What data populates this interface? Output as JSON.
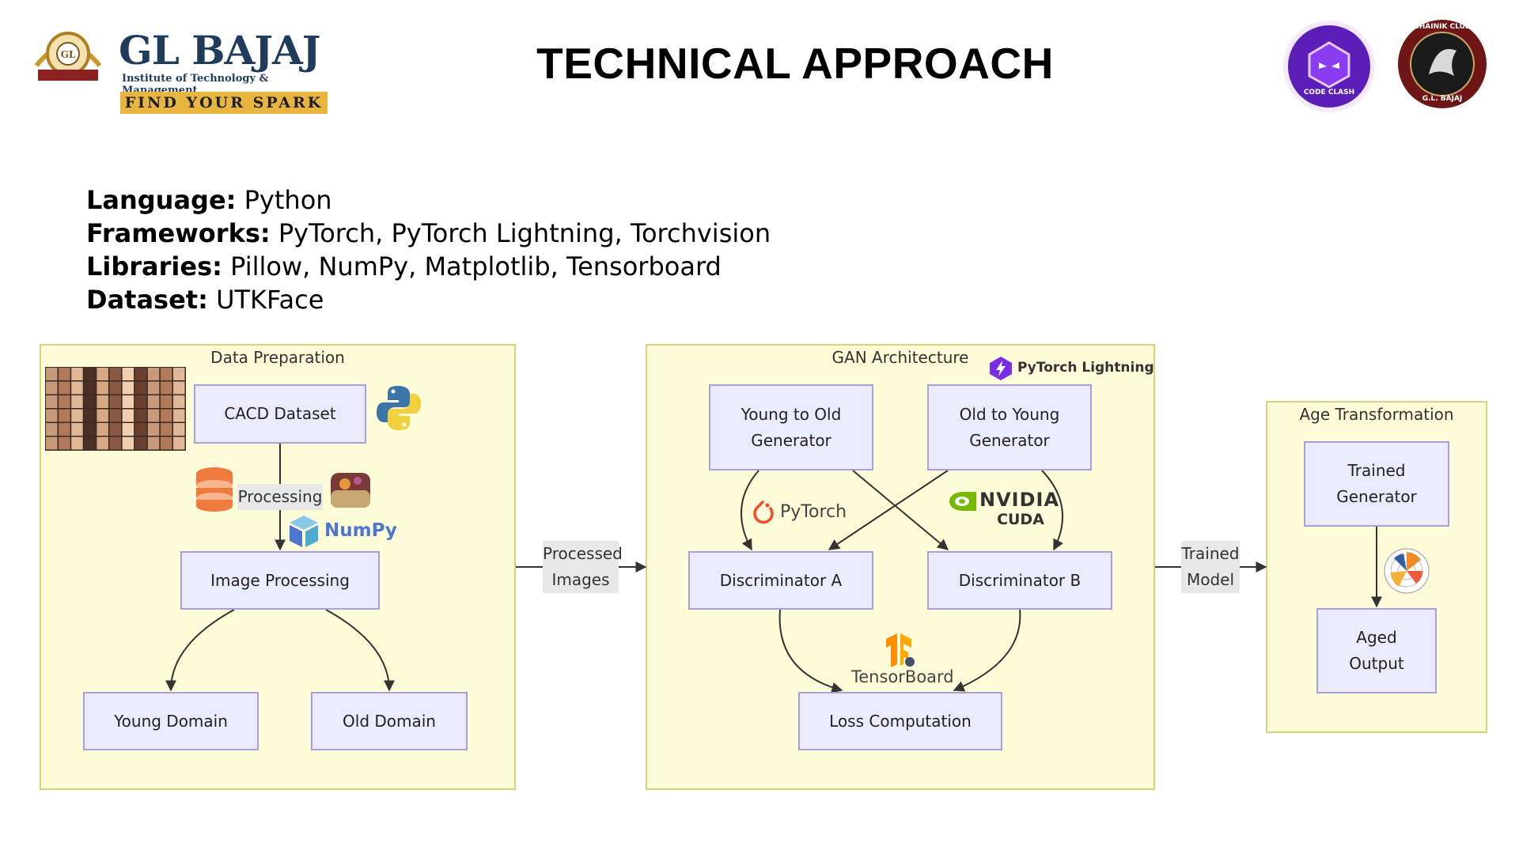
{
  "logo": {
    "name": "GL BAJAJ",
    "subtitle": "Institute of Technology & Management",
    "tagline": "FIND YOUR SPARK"
  },
  "title": "TECHNICAL APPROACH",
  "tech_stack": [
    {
      "label": "Language:",
      "value": "Python"
    },
    {
      "label": "Frameworks:",
      "value": "PyTorch, PyTorch Lightning, Torchvision"
    },
    {
      "label": "Libraries:",
      "value": "Pillow, NumPy, Matplotlib, Tensorboard"
    },
    {
      "label": "Dataset:",
      "value": "UTKFace"
    }
  ],
  "groups": {
    "data_prep": "Data Preparation",
    "gan": "GAN Architecture",
    "age": "Age Transformation"
  },
  "nodes": {
    "cacd": "CACD Dataset",
    "image_processing": "Image Processing",
    "young_domain": "Young Domain",
    "old_domain": "Old Domain",
    "y2o_line1": "Young to Old",
    "y2o_line2": "Generator",
    "o2y_line1": "Old to Young",
    "o2y_line2": "Generator",
    "disc_a": "Discriminator A",
    "disc_b": "Discriminator B",
    "loss": "Loss Computation",
    "trained_line1": "Trained",
    "trained_line2": "Generator",
    "aged_line1": "Aged",
    "aged_line2": "Output"
  },
  "edge_labels": {
    "processing": "Processing",
    "processed_line1": "Processed",
    "processed_line2": "Images",
    "trained_line1": "Trained",
    "trained_line2": "Model"
  },
  "tool_labels": {
    "pytorch_lightning": "PyTorch Lightning",
    "pytorch": "PyTorch",
    "nvidia": "NVIDIA",
    "cuda": "CUDA",
    "numpy": "NumPy",
    "tensorboard": "TensorBoard"
  },
  "badges": {
    "code_clash": "CODE CLASH",
    "club_top": "SHAINIK CLUB",
    "club_bottom": "G.L. BAJAJ"
  },
  "colors": {
    "group_fill": "#fdfbd8",
    "group_border": "#d6d27a",
    "node_fill": "#ecebfd",
    "node_border": "#a99fdc",
    "edge": "#333333"
  }
}
